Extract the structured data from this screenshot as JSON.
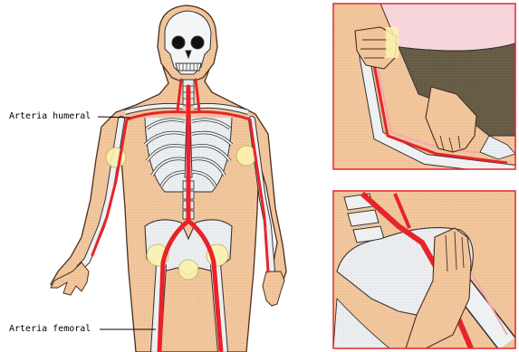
{
  "labels": {
    "humeral": "Arteria humeral",
    "femoral": "Arteria femoral"
  },
  "colors": {
    "artery": "#e8232a",
    "skin": "#f3c9a0",
    "bone": "#e9ecef",
    "pressure_point": "#fbf3b0",
    "panel_border": "#e8232a",
    "clothing_top": "#f7d6db",
    "clothing_pants": "#6b6048"
  },
  "panels": [
    {
      "id": "arm-pressure",
      "depicts": "hand-pressing-humeral-artery"
    },
    {
      "id": "groin-pressure",
      "depicts": "hand-pressing-femoral-artery"
    }
  ]
}
